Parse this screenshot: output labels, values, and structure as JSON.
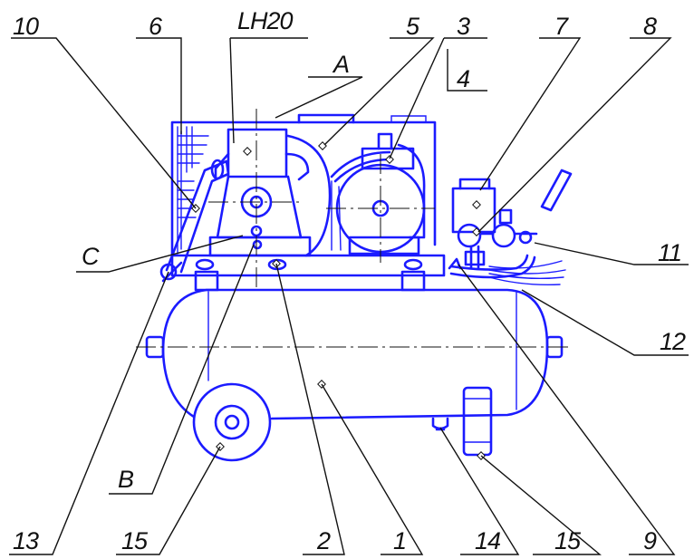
{
  "labels": {
    "l10": "10",
    "l6": "6",
    "lh20": "LH20",
    "l5": "5",
    "l3": "3",
    "l4": "4",
    "l7": "7",
    "l8": "8",
    "lA": "A",
    "lC": "C",
    "l11": "11",
    "l12": "12",
    "lB": "B",
    "l13": "13",
    "l15a": "15",
    "l2": "2",
    "l1": "1",
    "l14": "14",
    "l15b": "15",
    "l9": "9"
  },
  "colors": {
    "outline": "#1b1bff",
    "leader": "#111111",
    "background": "#ffffff"
  }
}
